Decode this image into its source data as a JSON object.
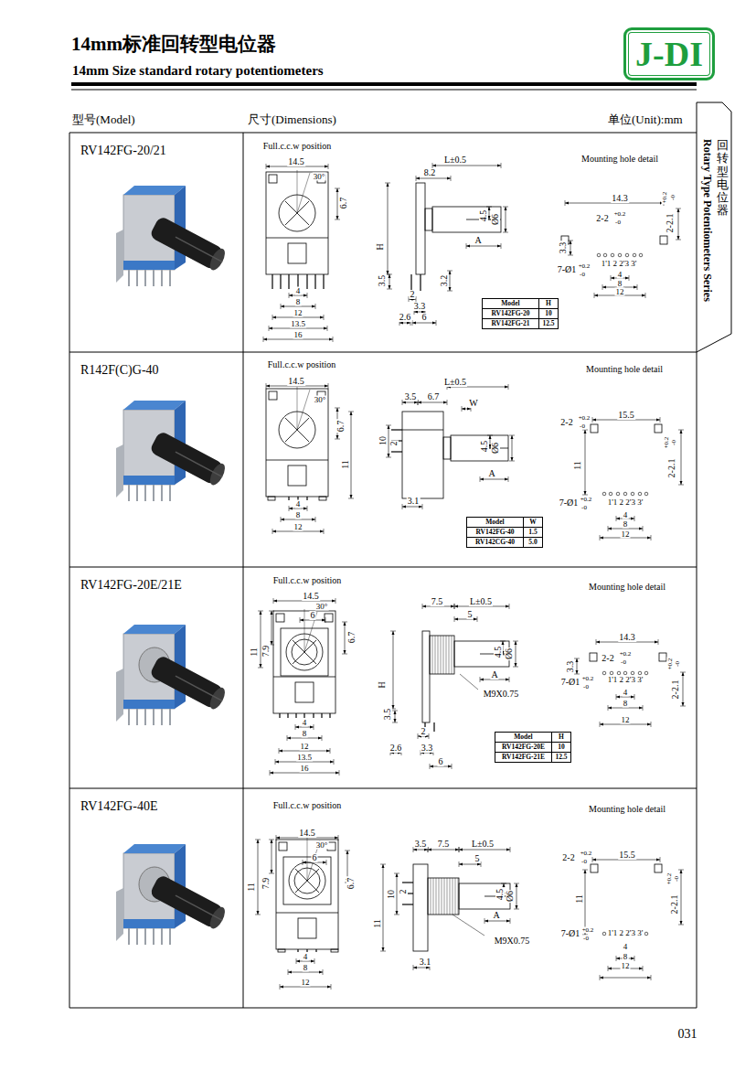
{
  "diagram": {
    "title": "14mm标准回转型电位器",
    "nodes": [
      {
        "text": [
          "J-DI"
        ]
      },
      {
        "text": [
          "回转型电位器",
          "Rotary Type Potentiometers Series"
        ]
      },
      {
        "text": [
          "RV142FG-20/21"
        ]
      },
      {
        "text": [
          "Model",
          "H",
          "RV142FG-20",
          "10",
          "RV142FG-21",
          "12.5"
        ]
      },
      {
        "text": [
          "R142F(C)G-40"
        ]
      },
      {
        "text": [
          "Model",
          "W",
          "RV142FG-40",
          "1.5",
          "RV142CG-40",
          "5.0"
        ]
      },
      {
        "text": [
          "RV142FG-20E/21E"
        ]
      },
      {
        "text": [
          "Model",
          "H",
          "RV142FG-20E",
          "10",
          "RV142FG-21E",
          "12.5"
        ]
      },
      {
        "text": [
          "RV142FG-40E"
        ]
      }
    ],
    "labels": [
      "14mm Size standard rotary potentiometers",
      "型号(Model)",
      "尺寸(Dimensions)",
      "单位(Unit):mm",
      "031",
      "Full.c.c.w position",
      "14.5",
      "30°",
      "6.7",
      "4",
      "8",
      "12",
      "13.5",
      "16",
      "L±0.5",
      "8.2",
      "4.5",
      "Ø6",
      "A",
      "H",
      "3.5",
      "3.2",
      "2",
      "3.3",
      "2.6",
      "6",
      "Mounting hole detail",
      "14.3",
      "2-2",
      "+0.2",
      "-0",
      "2-2.1",
      "+0.2",
      "-0",
      "3.3",
      "7-Ø1",
      "+0.2",
      "-0",
      "1'1 2 2'3 3'",
      "4",
      "8",
      "12",
      "Full.c.c.w position",
      "14.5",
      "30°",
      "6.7",
      "4",
      "8",
      "12",
      "L±0.5",
      "3.5",
      "6.7",
      "W",
      "10",
      "2",
      "4.5",
      "Ø6",
      "A",
      "11",
      "3.1",
      "Mounting hole detail",
      "15.5",
      "2-2",
      "+0.2",
      "-0",
      "11",
      "2-2.1",
      "+0.2",
      "-0",
      "7-Ø1",
      "+0.2",
      "-0",
      "1'1 2 2'3 3'",
      "4",
      "8",
      "12",
      "Full.c.c.w position",
      "14.5",
      "30°",
      "6",
      "6.7",
      "11",
      "7.9",
      "4",
      "8",
      "12",
      "13.5",
      "16",
      "7.5",
      "L±0.5",
      "5",
      "4.5",
      "Ø6",
      "A",
      "M9X0.75",
      "H",
      "3.5",
      "2",
      "2.6",
      "3.3",
      "6",
      "Mounting hole detail",
      "14.3",
      "2-2",
      "+0.2",
      "-0",
      "3.3",
      "7-Ø1",
      "+0.2",
      "-0",
      "1'1 2 2'3 3'",
      "2-2.1",
      "+0.2",
      "-0",
      "4",
      "8",
      "12",
      "Full.c.c.w position",
      "14.5",
      "30°",
      "6",
      "6.7",
      "11",
      "7.9",
      "4",
      "8",
      "12",
      "3.5",
      "7.5",
      "L±0.5",
      "5",
      "10",
      "2",
      "4.5",
      "Ø6",
      "A",
      "M9X0.75",
      "11",
      "3.1",
      "Mounting hole detail",
      "15.5",
      "2-2",
      "+0.2",
      "-0",
      "11",
      "2-2.1",
      "+0.2",
      "-0",
      "7-Ø1",
      "+0.2",
      "-0",
      "1'1 2 2'3 3'",
      "4",
      "8",
      "12"
    ]
  }
}
